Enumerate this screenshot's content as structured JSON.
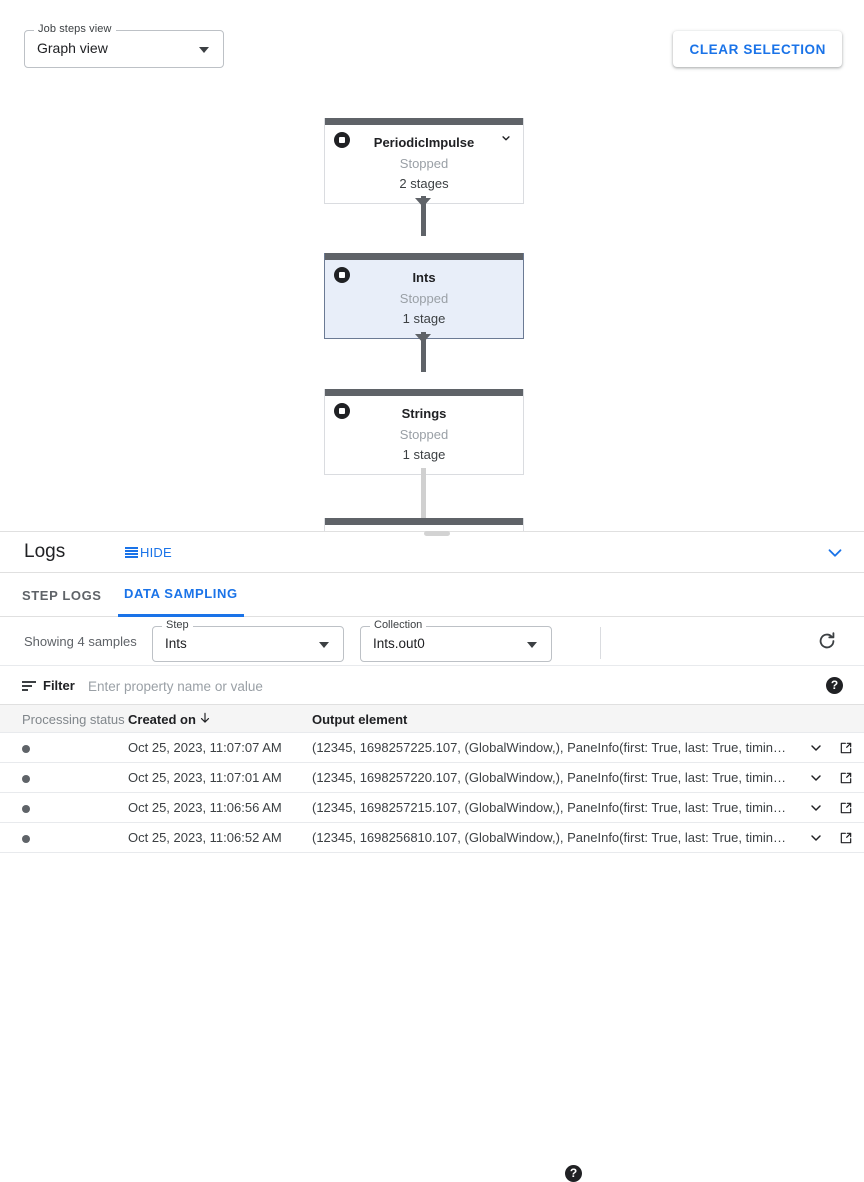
{
  "toolbar": {
    "job_steps_view_legend": "Job steps view",
    "job_steps_view_value": "Graph view",
    "clear_selection_label": "CLEAR SELECTION"
  },
  "graph": {
    "nodes": [
      {
        "name": "PeriodicImpulse",
        "status": "Stopped",
        "stages": "2 stages",
        "selected": false,
        "has_chevron": true
      },
      {
        "name": "Ints",
        "status": "Stopped",
        "stages": "1 stage",
        "selected": true,
        "has_chevron": false
      },
      {
        "name": "Strings",
        "status": "Stopped",
        "stages": "1 stage",
        "selected": false,
        "has_chevron": false
      }
    ]
  },
  "logs": {
    "title": "Logs",
    "hide_label": "HIDE",
    "hide_icon": "list-lines-icon",
    "collapse_icon": "chevron-down-icon",
    "tabs": [
      {
        "label": "STEP LOGS",
        "active": false
      },
      {
        "label": "DATA SAMPLING",
        "active": true
      }
    ]
  },
  "sampling": {
    "showing_label": "Showing 4 samples",
    "step_legend": "Step",
    "step_value": "Ints",
    "collection_legend": "Collection",
    "collection_value": "Ints.out0",
    "help_glyph": "?",
    "refresh_icon": "refresh-icon"
  },
  "filter": {
    "label": "Filter",
    "placeholder": "Enter property name or value",
    "value": "",
    "icon": "filter-icon",
    "help_glyph": "?"
  },
  "table": {
    "columns": [
      "Processing status",
      "Created on",
      "Output element"
    ],
    "sorted_column": "Created on",
    "sort_direction": "desc",
    "rows": [
      {
        "status": "gray-dot",
        "created_on": "Oct 25, 2023, 11:07:07 AM",
        "output_element": "(12345, 1698257225.107, (GlobalWindow,), PaneInfo(first: True, last: True, timing…"
      },
      {
        "status": "gray-dot",
        "created_on": "Oct 25, 2023, 11:07:01 AM",
        "output_element": "(12345, 1698257220.107, (GlobalWindow,), PaneInfo(first: True, last: True, timing…"
      },
      {
        "status": "gray-dot",
        "created_on": "Oct 25, 2023, 11:06:56 AM",
        "output_element": "(12345, 1698257215.107, (GlobalWindow,), PaneInfo(first: True, last: True, timing…"
      },
      {
        "status": "gray-dot",
        "created_on": "Oct 25, 2023, 11:06:52 AM",
        "output_element": "(12345, 1698256810.107, (GlobalWindow,), PaneInfo(first: True, last: True, timing…"
      }
    ]
  },
  "colors": {
    "accent": "#1a73e8",
    "node_bar": "#5f6368",
    "selected_node_bg": "#e8eef9",
    "status_dot": "#5f6368"
  }
}
